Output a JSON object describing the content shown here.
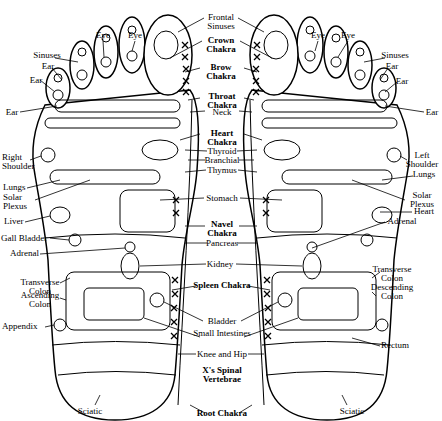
{
  "diagram": {
    "labels": [
      "Frontal Sinuses",
      "Crown Chakra",
      "Eye",
      "Eye",
      "Eye",
      "Eye",
      "Sinuses",
      "Sinuses",
      "Ear",
      "Ear",
      "Brow Chakra",
      "Ear",
      "Ear",
      "Throat Chakra",
      "Neck",
      "Ear",
      "Ear",
      "Heart Chakra",
      "Thyroid",
      "Right Shoulder",
      "Left Shoulder",
      "Branchial",
      "Thymus",
      "Lungs",
      "Lungs",
      "Solar Plexus",
      "Stomach",
      "Solar Plexus",
      "Heart",
      "Liver",
      "Navel Chakra",
      "Adrenal",
      "Gall Bladder",
      "Pancreas",
      "Adrenal",
      "Kidney",
      "Transverse Colon",
      "Transverse Colon",
      "Spleen Chakra",
      "Descending Colon",
      "Ascending Colon",
      "Bladder",
      "Appendix",
      "Small Intestines",
      "Rectum",
      "Knee and Hip",
      "X's Spinal Vertebrae",
      "Sciatic",
      "Root Chakra",
      "Sciatic"
    ]
  }
}
